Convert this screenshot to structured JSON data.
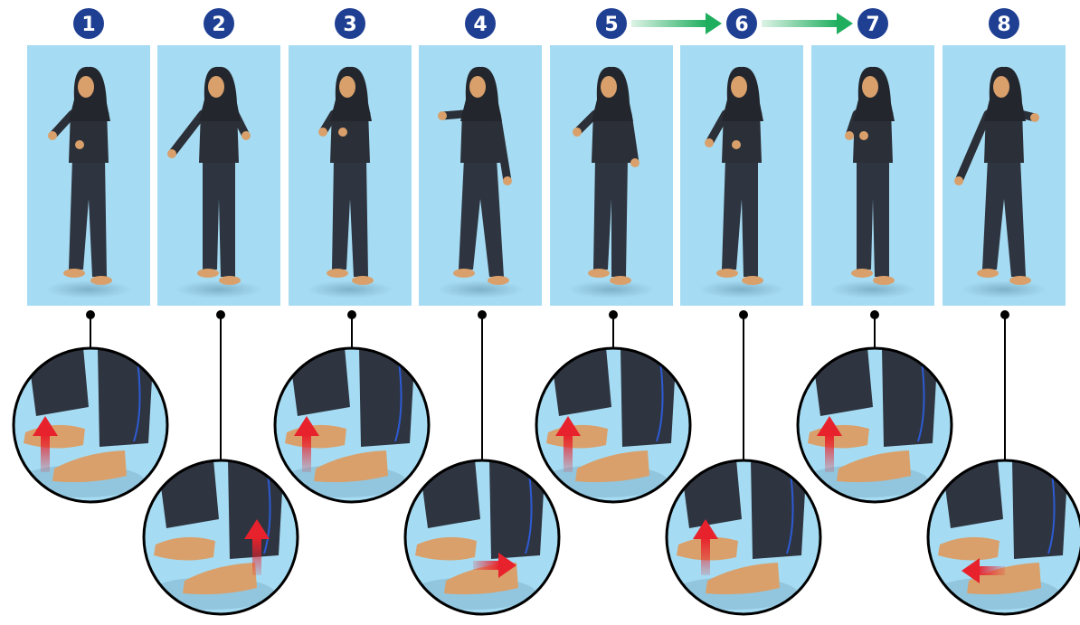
{
  "steps": [
    {
      "number": "1"
    },
    {
      "number": "2"
    },
    {
      "number": "3"
    },
    {
      "number": "4"
    },
    {
      "number": "5"
    },
    {
      "number": "6"
    },
    {
      "number": "7"
    },
    {
      "number": "8"
    }
  ],
  "sequence_arrows": [
    {
      "from": "5",
      "to": "6"
    },
    {
      "from": "6",
      "to": "7"
    }
  ],
  "detail_arrows": [
    {
      "step": "1",
      "direction": "up"
    },
    {
      "step": "2",
      "direction": "up"
    },
    {
      "step": "3",
      "direction": "up"
    },
    {
      "step": "4",
      "direction": "right"
    },
    {
      "step": "5",
      "direction": "up"
    },
    {
      "step": "6",
      "direction": "up"
    },
    {
      "step": "7",
      "direction": "up"
    },
    {
      "step": "8",
      "direction": "left"
    }
  ],
  "colors": {
    "badge": "#1f3f93",
    "panel": "#a6dcf3",
    "sequence_arrow": "#1fae5e",
    "detail_arrow": "#e8222c",
    "pants": "#2e3440",
    "shirt": "#2b2f37",
    "skin": "#d9a06b"
  }
}
